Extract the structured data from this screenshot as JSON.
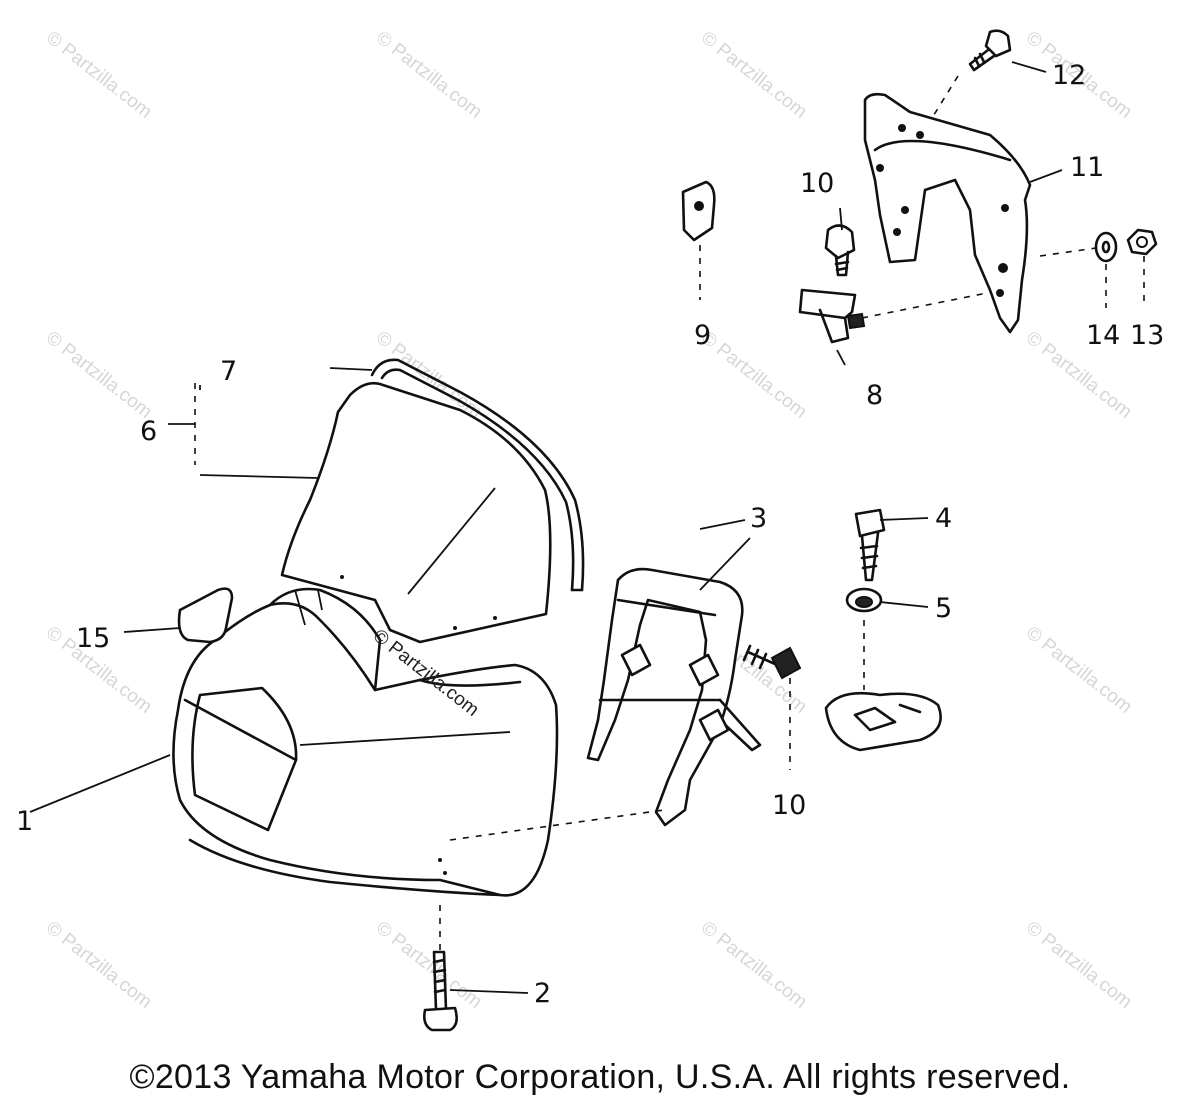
{
  "watermark": "© Partzilla.com",
  "callouts": {
    "n1": "1",
    "n2": "2",
    "n3": "3",
    "n4": "4",
    "n5": "5",
    "n6": "6",
    "n7": "7",
    "n8": "8",
    "n9": "9",
    "n10a": "10",
    "n10b": "10",
    "n11": "11",
    "n12": "12",
    "n13": "13",
    "n14": "14",
    "n15": "15"
  },
  "copyright": "©2013 Yamaha Motor Corporation, U.S.A. All rights reserved."
}
